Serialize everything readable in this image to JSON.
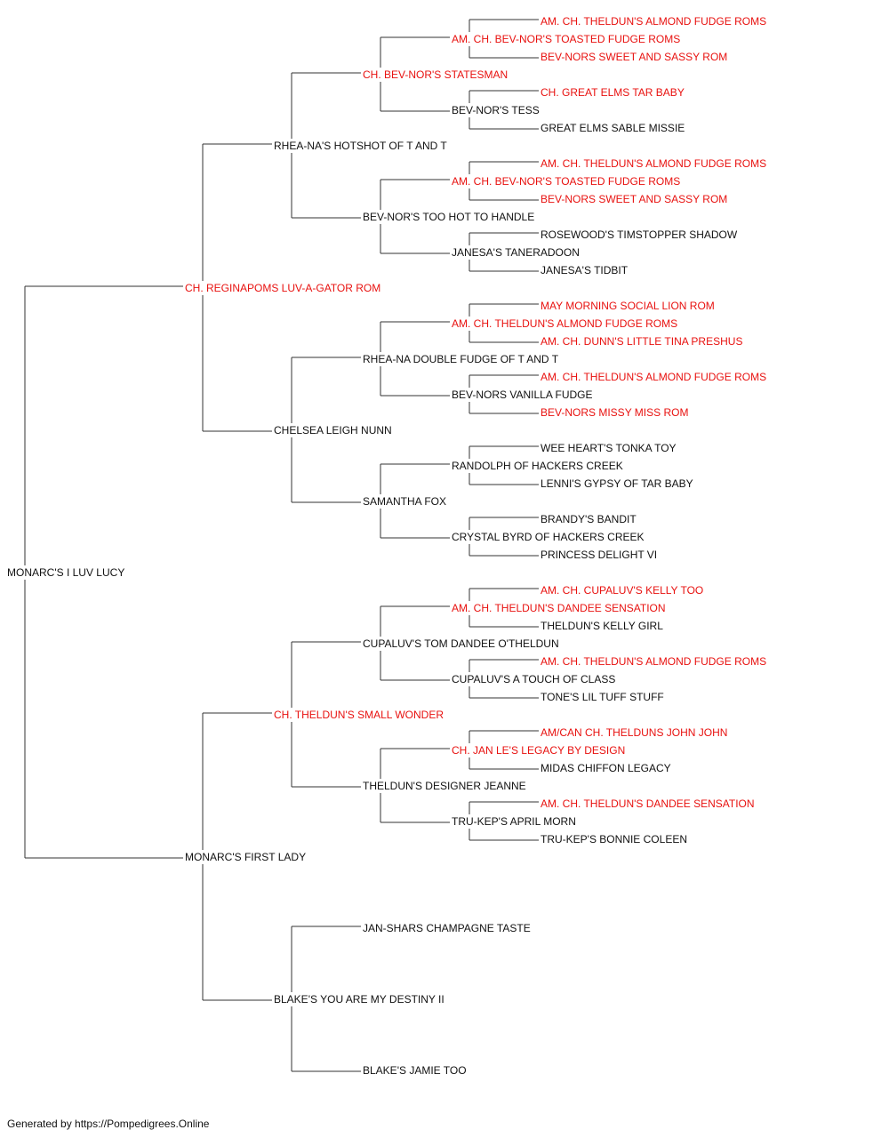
{
  "subject": "MONARC'S I LUV LUCY",
  "sire": {
    "name": "CH. REGINAPOMS LUV-A-GATOR ROM",
    "titled": true,
    "sire": {
      "name": "RHEA-NA'S HOTSHOT OF T AND T",
      "titled": false,
      "sire": {
        "name": "CH. BEV-NOR'S STATESMAN",
        "titled": true,
        "sire": {
          "name": "AM. CH. BEV-NOR'S TOASTED FUDGE ROMS",
          "titled": true,
          "sire": {
            "name": "AM. CH. THELDUN'S ALMOND FUDGE ROMS",
            "titled": true
          },
          "dam": {
            "name": "BEV-NORS SWEET AND SASSY ROM",
            "titled": true
          }
        },
        "dam": {
          "name": "BEV-NOR'S TESS",
          "titled": false,
          "sire": {
            "name": "CH. GREAT ELMS TAR BABY",
            "titled": true
          },
          "dam": {
            "name": "GREAT ELMS SABLE MISSIE",
            "titled": false
          }
        }
      },
      "dam": {
        "name": "BEV-NOR'S TOO HOT TO HANDLE",
        "titled": false,
        "sire": {
          "name": "AM. CH. BEV-NOR'S TOASTED FUDGE ROMS",
          "titled": true,
          "sire": {
            "name": "AM. CH. THELDUN'S ALMOND FUDGE ROMS",
            "titled": true
          },
          "dam": {
            "name": "BEV-NORS SWEET AND SASSY ROM",
            "titled": true
          }
        },
        "dam": {
          "name": "JANESA'S TANERADOON",
          "titled": false,
          "sire": {
            "name": "ROSEWOOD'S TIMSTOPPER SHADOW",
            "titled": false
          },
          "dam": {
            "name": "JANESA'S TIDBIT",
            "titled": false
          }
        }
      }
    },
    "dam": {
      "name": "CHELSEA LEIGH NUNN",
      "titled": false,
      "sire": {
        "name": "RHEA-NA DOUBLE FUDGE OF T AND T",
        "titled": false,
        "sire": {
          "name": "AM. CH. THELDUN'S ALMOND FUDGE ROMS",
          "titled": true,
          "sire": {
            "name": "MAY MORNING SOCIAL LION ROM",
            "titled": true
          },
          "dam": {
            "name": "AM. CH. DUNN'S LITTLE TINA PRESHUS",
            "titled": true
          }
        },
        "dam": {
          "name": "BEV-NORS VANILLA FUDGE",
          "titled": false,
          "sire": {
            "name": "AM. CH. THELDUN'S ALMOND FUDGE ROMS",
            "titled": true
          },
          "dam": {
            "name": "BEV-NORS MISSY MISS ROM",
            "titled": true
          }
        }
      },
      "dam": {
        "name": "SAMANTHA FOX",
        "titled": false,
        "sire": {
          "name": "RANDOLPH OF HACKERS CREEK",
          "titled": false,
          "sire": {
            "name": "WEE HEART'S TONKA TOY",
            "titled": false
          },
          "dam": {
            "name": "LENNI'S GYPSY OF TAR BABY",
            "titled": false
          }
        },
        "dam": {
          "name": "CRYSTAL BYRD OF HACKERS CREEK",
          "titled": false,
          "sire": {
            "name": "BRANDY'S BANDIT",
            "titled": false
          },
          "dam": {
            "name": "PRINCESS DELIGHT VI",
            "titled": false
          }
        }
      }
    }
  },
  "dam": {
    "name": "MONARC'S FIRST LADY",
    "titled": false,
    "sire": {
      "name": "CH. THELDUN'S SMALL WONDER",
      "titled": true,
      "sire": {
        "name": "CUPALUV'S TOM DANDEE O'THELDUN",
        "titled": false,
        "sire": {
          "name": "AM. CH. THELDUN'S DANDEE SENSATION",
          "titled": true,
          "sire": {
            "name": "AM. CH. CUPALUV'S KELLY TOO",
            "titled": true
          },
          "dam": {
            "name": "THELDUN'S KELLY GIRL",
            "titled": false
          }
        },
        "dam": {
          "name": "CUPALUV'S A TOUCH OF CLASS",
          "titled": false,
          "sire": {
            "name": "AM. CH. THELDUN'S ALMOND FUDGE ROMS",
            "titled": true
          },
          "dam": {
            "name": "TONE'S LIL TUFF STUFF",
            "titled": false
          }
        }
      },
      "dam": {
        "name": "THELDUN'S DESIGNER JEANNE",
        "titled": false,
        "sire": {
          "name": "CH. JAN LE'S LEGACY BY DESIGN",
          "titled": true,
          "sire": {
            "name": "AM/CAN CH. THELDUNS JOHN JOHN",
            "titled": true
          },
          "dam": {
            "name": "MIDAS CHIFFON LEGACY",
            "titled": false
          }
        },
        "dam": {
          "name": "TRU-KEP'S APRIL MORN",
          "titled": false,
          "sire": {
            "name": "AM. CH. THELDUN'S DANDEE SENSATION",
            "titled": true
          },
          "dam": {
            "name": "TRU-KEP'S BONNIE COLEEN",
            "titled": false
          }
        }
      }
    },
    "dam": {
      "name": "BLAKE'S YOU ARE MY DESTINY II",
      "titled": false,
      "sire": {
        "name": "JAN-SHARS CHAMPAGNE TASTE",
        "titled": false
      },
      "dam": {
        "name": "BLAKE'S JAMIE TOO",
        "titled": false
      }
    }
  },
  "colors": {
    "titled": "#e8110f",
    "untitled": "#111111",
    "connector": "#333333"
  },
  "footer": "Generated by https://Pompedigrees.Online"
}
